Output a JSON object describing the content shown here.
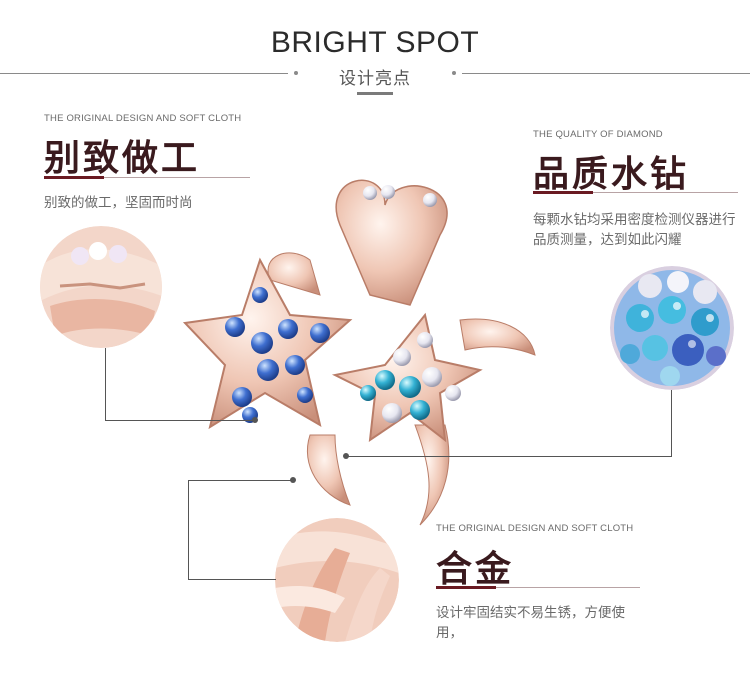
{
  "header": {
    "title": "BRIGHT SPOT",
    "subtitle": "设计亮点"
  },
  "features": [
    {
      "eyebrow": "THE ORIGINAL DESIGN AND SOFT CLOTH",
      "title": "别致做工",
      "desc": "别致的做工，坚固而时尚"
    },
    {
      "eyebrow": "THE QUALITY OF DIAMOND",
      "title": "品质水钻",
      "desc": "每颗水钻均采用密度检测仪器进行品质测量，达到如此闪耀"
    },
    {
      "eyebrow": "THE ORIGINAL DESIGN AND SOFT CLOTH",
      "title": "合金",
      "desc": "设计牢固结实不易生锈，方便使用，"
    }
  ],
  "colors": {
    "accent": "#6a1a22",
    "rose_gold": "#e9b9a6",
    "crystal_blue": "#3f6fd0",
    "crystal_aqua": "#3ab0d0"
  }
}
